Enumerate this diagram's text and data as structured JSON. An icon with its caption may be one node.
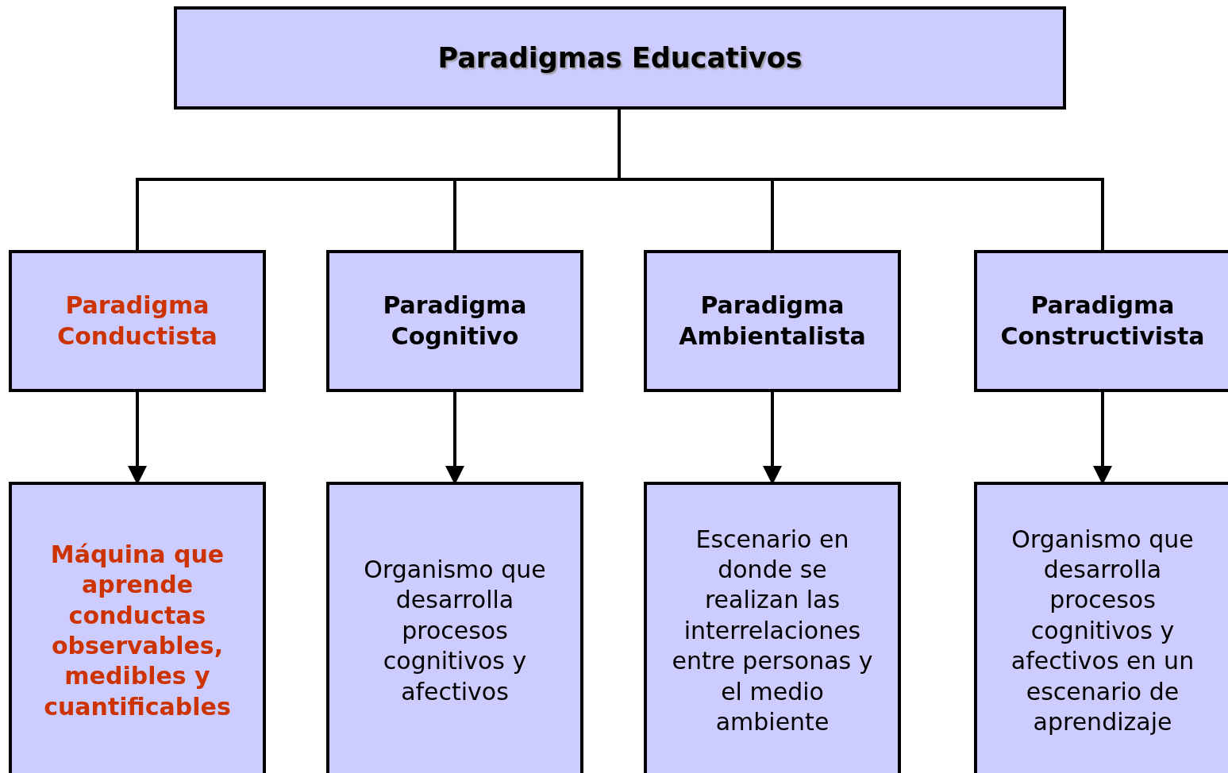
{
  "diagram": {
    "nodes": [
      {
        "text": [
          "Paradigmas Educativos"
        ]
      },
      {
        "text": [
          "Paradigma Conductista"
        ]
      },
      {
        "text": [
          "Paradigma Cognitivo"
        ]
      },
      {
        "text": [
          "Paradigma Ambientalista"
        ]
      },
      {
        "text": [
          "Paradigma Constructivista"
        ]
      },
      {
        "text": [
          "Máquina que aprende conductas observables, medibles y cuantificables"
        ]
      },
      {
        "text": [
          "Organismo que desarrolla procesos cognitivos y afectivos"
        ]
      },
      {
        "text": [
          "Escenario en donde se realizan las interrelaciones entre personas y el medio ambiente"
        ]
      },
      {
        "text": [
          "Organismo que desarrolla procesos cognitivos y afectivos en un escenario de aprendizaje"
        ]
      }
    ],
    "edges": [
      {
        "from": 0,
        "to": 1,
        "arrow": "none"
      },
      {
        "from": 0,
        "to": 2,
        "arrow": "none"
      },
      {
        "from": 0,
        "to": 3,
        "arrow": "none"
      },
      {
        "from": 0,
        "to": 4,
        "arrow": "none"
      },
      {
        "from": 1,
        "to": 5,
        "arrow": "to"
      },
      {
        "from": 2,
        "to": 6,
        "arrow": "to"
      },
      {
        "from": 3,
        "to": 7,
        "arrow": "to"
      },
      {
        "from": 4,
        "to": 8,
        "arrow": "to"
      }
    ]
  }
}
